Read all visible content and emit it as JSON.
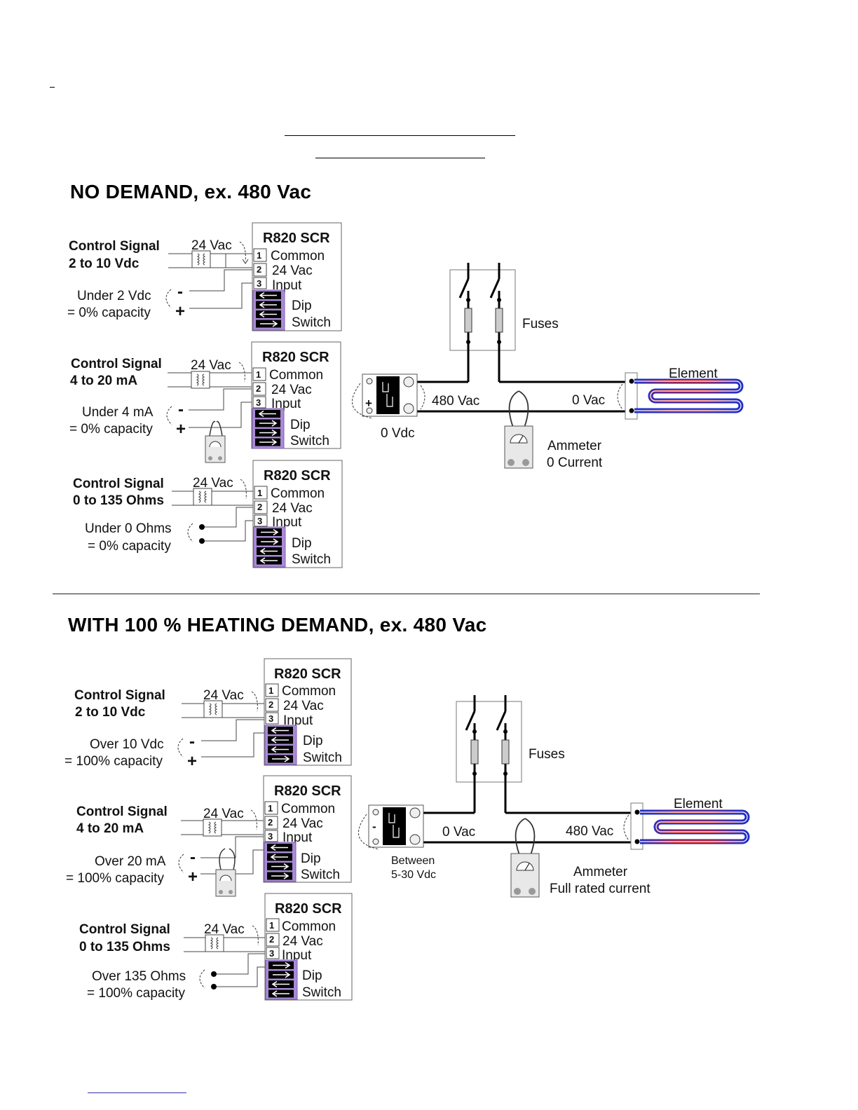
{
  "section_no_demand": {
    "title": "NO DEMAND, ex. 480 Vac",
    "controls": [
      {
        "signal_line1": "Control Signal",
        "signal_line2": "2 to 10 Vdc",
        "supply": "24 Vac",
        "condition_line1": "Under 2 Vdc",
        "condition_line2": "= 0% capacity",
        "term_top": "-",
        "term_bottom": "+",
        "scr": {
          "title": "R820 SCR",
          "t1": "Common",
          "t2": "24 Vac",
          "t3": "Input",
          "dip1": "Dip",
          "dip2": "Switch"
        },
        "dip_arrows": [
          "left",
          "left",
          "left",
          "right"
        ]
      },
      {
        "signal_line1": "Control Signal",
        "signal_line2": "4 to 20 mA",
        "supply": "24 Vac",
        "condition_line1": "Under 4 mA",
        "condition_line2": "= 0% capacity",
        "term_top": "-",
        "term_bottom": "+",
        "scr": {
          "title": "R820 SCR",
          "t1": "Common",
          "t2": "24 Vac",
          "t3": "Input",
          "dip1": "Dip",
          "dip2": "Switch"
        },
        "dip_arrows": [
          "left",
          "right",
          "right",
          "right"
        ]
      },
      {
        "signal_line1": "Control Signal",
        "signal_line2": "0 to 135 Ohms",
        "supply": "24 Vac",
        "condition_line1": "Under 0 Ohms",
        "condition_line2": "= 0% capacity",
        "term_top": "",
        "term_bottom": "",
        "scr": {
          "title": "R820 SCR",
          "t1": "Common",
          "t2": "24 Vac",
          "t3": "Input",
          "dip1": "Dip",
          "dip2": "Switch"
        },
        "dip_arrows": [
          "right",
          "right",
          "left",
          "left"
        ]
      }
    ],
    "power": {
      "fuses": "Fuses",
      "element": "Element",
      "ssr_voltage": "480 Vac",
      "element_voltage": "0 Vac",
      "ssr_control": "0 Vdc",
      "ssr_control2": "",
      "ammeter1": "Ammeter",
      "ammeter2": "0 Current"
    }
  },
  "section_full_demand": {
    "title": "WITH 100 % HEATING DEMAND, ex. 480 Vac",
    "controls": [
      {
        "signal_line1": "Control Signal",
        "signal_line2": "2 to 10 Vdc",
        "supply": "24 Vac",
        "condition_line1": "Over 10 Vdc",
        "condition_line2": "= 100% capacity",
        "term_top": "-",
        "term_bottom": "+",
        "scr": {
          "title": "R820 SCR",
          "t1": "Common",
          "t2": "24 Vac",
          "t3": "Input",
          "dip1": "Dip",
          "dip2": "Switch"
        },
        "dip_arrows": [
          "left",
          "left",
          "left",
          "right"
        ]
      },
      {
        "signal_line1": "Control Signal",
        "signal_line2": "4 to 20 mA",
        "supply": "24 Vac",
        "condition_line1": "Over 20 mA",
        "condition_line2": "= 100% capacity",
        "term_top": "-",
        "term_bottom": "+",
        "scr": {
          "title": "R820 SCR",
          "t1": "Common",
          "t2": "24 Vac",
          "t3": "Input",
          "dip1": "Dip",
          "dip2": "Switch"
        },
        "dip_arrows": [
          "left",
          "left",
          "right",
          "right"
        ]
      },
      {
        "signal_line1": "Control Signal",
        "signal_line2": "0 to 135 Ohms",
        "supply": "24 Vac",
        "condition_line1": "Over 135 Ohms",
        "condition_line2": "= 100% capacity",
        "term_top": "",
        "term_bottom": "",
        "scr": {
          "title": "R820 SCR",
          "t1": "Common",
          "t2": "24 Vac",
          "t3": "Input",
          "dip1": "Dip",
          "dip2": "Switch"
        },
        "dip_arrows": [
          "right",
          "right",
          "left",
          "left"
        ]
      }
    ],
    "power": {
      "fuses": "Fuses",
      "element": "Element",
      "ssr_voltage": "0 Vac",
      "element_voltage": "480 Vac",
      "ssr_control": "Between",
      "ssr_control2": "5-30 Vdc",
      "ammeter1": "Ammeter",
      "ammeter2": "Full rated current"
    }
  },
  "terminal_numbers": [
    "1",
    "2",
    "3"
  ],
  "ssr_symbols": {
    "minus": "-",
    "plus": "+"
  },
  "colors": {
    "dip_purple": "#a98ad6",
    "element_red": "#d81e1e",
    "element_blue": "#1f2fc8",
    "wire": "#000000"
  }
}
